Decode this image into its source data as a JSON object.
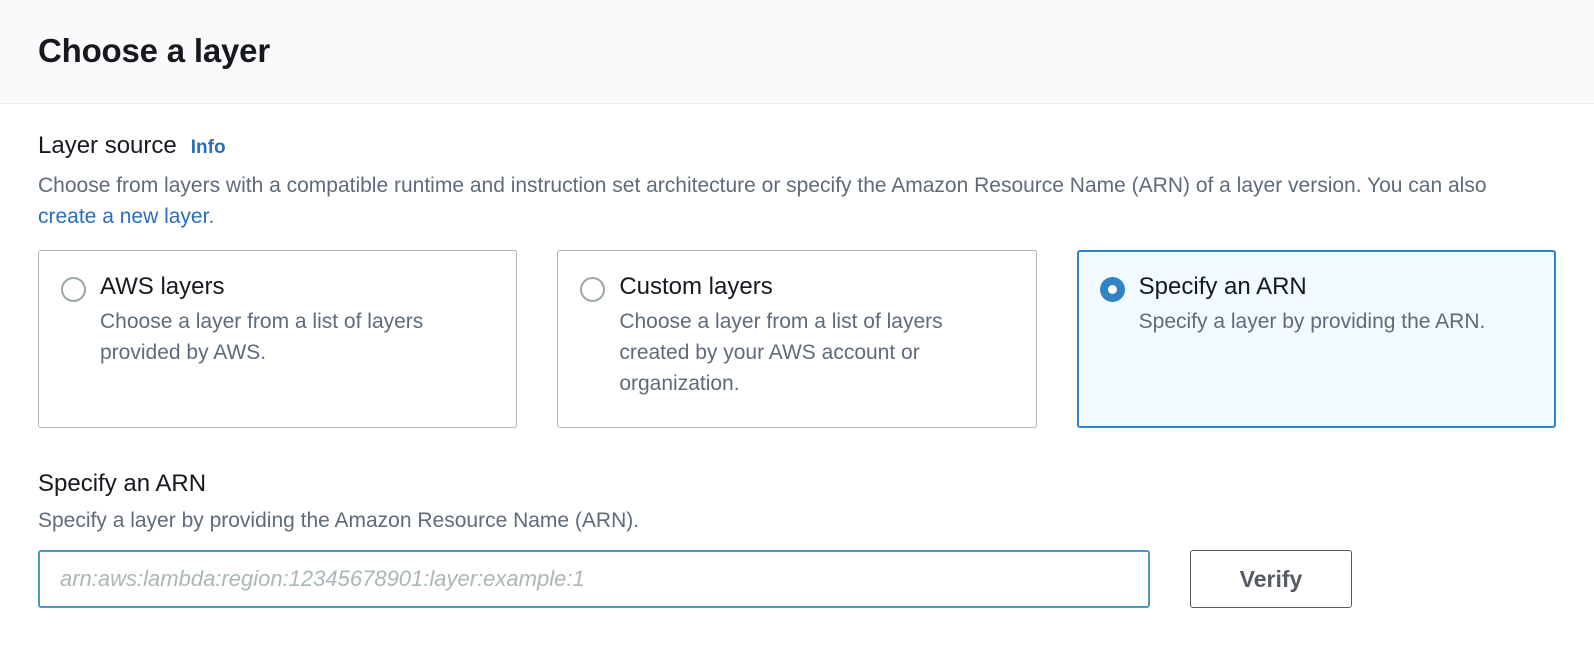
{
  "header": {
    "title": "Choose a layer"
  },
  "layer_source": {
    "label": "Layer source",
    "info_label": "Info",
    "description_before_link": "Choose from layers with a compatible runtime and instruction set architecture or specify the Amazon Resource Name (ARN) of a layer version. You can also ",
    "description_link": "create a new layer",
    "description_after_link": ".",
    "options": [
      {
        "title": "AWS layers",
        "description": "Choose a layer from a list of layers provided by AWS.",
        "selected": false
      },
      {
        "title": "Custom layers",
        "description": "Choose a layer from a list of layers created by your AWS account or organization.",
        "selected": false
      },
      {
        "title": "Specify an ARN",
        "description": "Specify a layer by providing the ARN.",
        "selected": true
      }
    ]
  },
  "arn_section": {
    "label": "Specify an ARN",
    "description": "Specify a layer by providing the Amazon Resource Name (ARN).",
    "input_value": "",
    "input_placeholder": "arn:aws:lambda:region:12345678901:layer:example:1",
    "verify_label": "Verify"
  },
  "colors": {
    "accent_blue": "#3184c2",
    "link_blue": "#2a6ebb",
    "selected_tile_bg": "#f1faff",
    "input_focus_border": "#4a9ac4",
    "tile_border": "#aab7b8",
    "text_dark": "#16191f",
    "text_muted": "#5f6b7a",
    "header_bg": "#fafafa",
    "button_border": "#545b64"
  }
}
